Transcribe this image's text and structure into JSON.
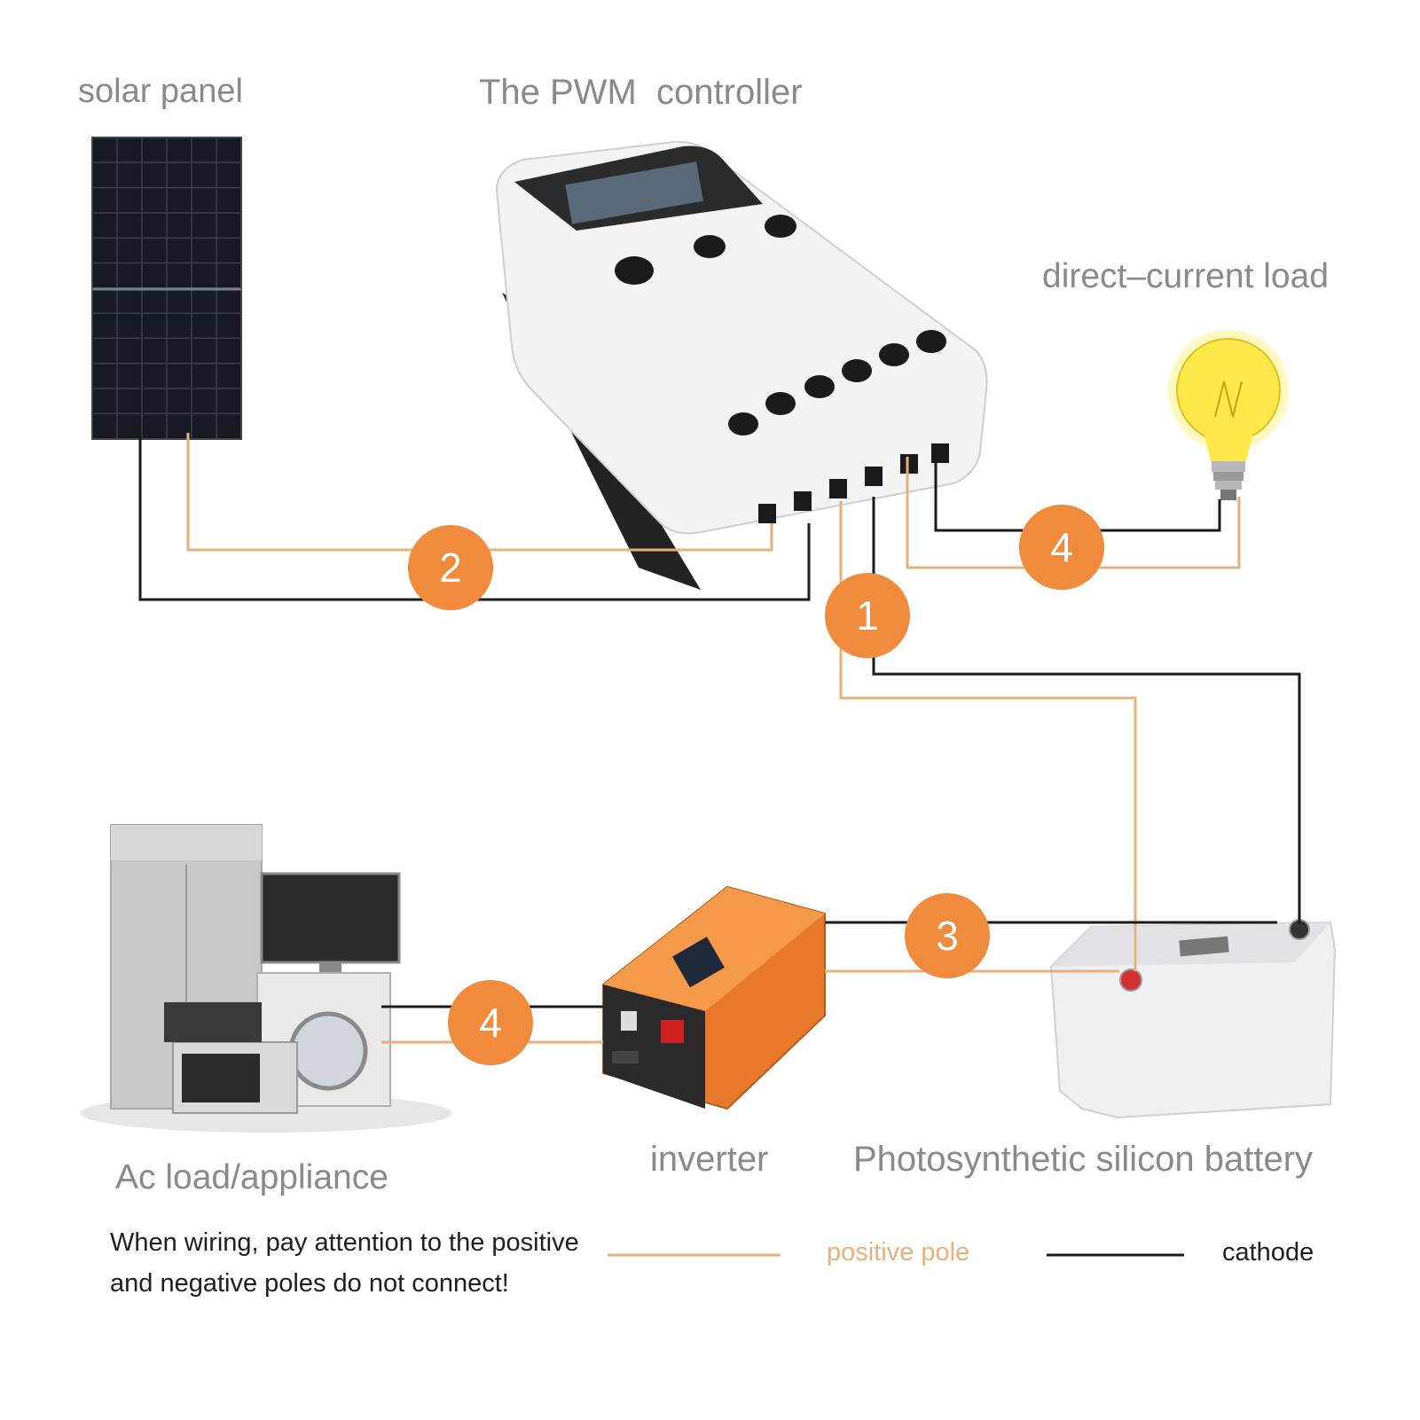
{
  "labels": {
    "solar_panel": "solar panel",
    "pwm_controller": "The PWM  controller",
    "dc_load": "direct–current load",
    "ac_load": "Ac load/appliance",
    "inverter": "inverter",
    "battery": "Photosynthetic silicon battery"
  },
  "steps": {
    "controller_battery": "1",
    "panel_controller": "2",
    "inverter_battery": "3",
    "controller_dc_load": "4",
    "inverter_ac_load": "4"
  },
  "note": "When wiring, pay attention to the positive and negative poles do not connect!",
  "legend": {
    "positive": "positive pole",
    "negative": "cathode"
  },
  "colors": {
    "positive_wire": "#e8b07a",
    "negative_wire": "#1a1a1a",
    "badge": "#f08a3c",
    "label_gray": "#8a8a8a",
    "inverter_orange": "#e8792a"
  }
}
